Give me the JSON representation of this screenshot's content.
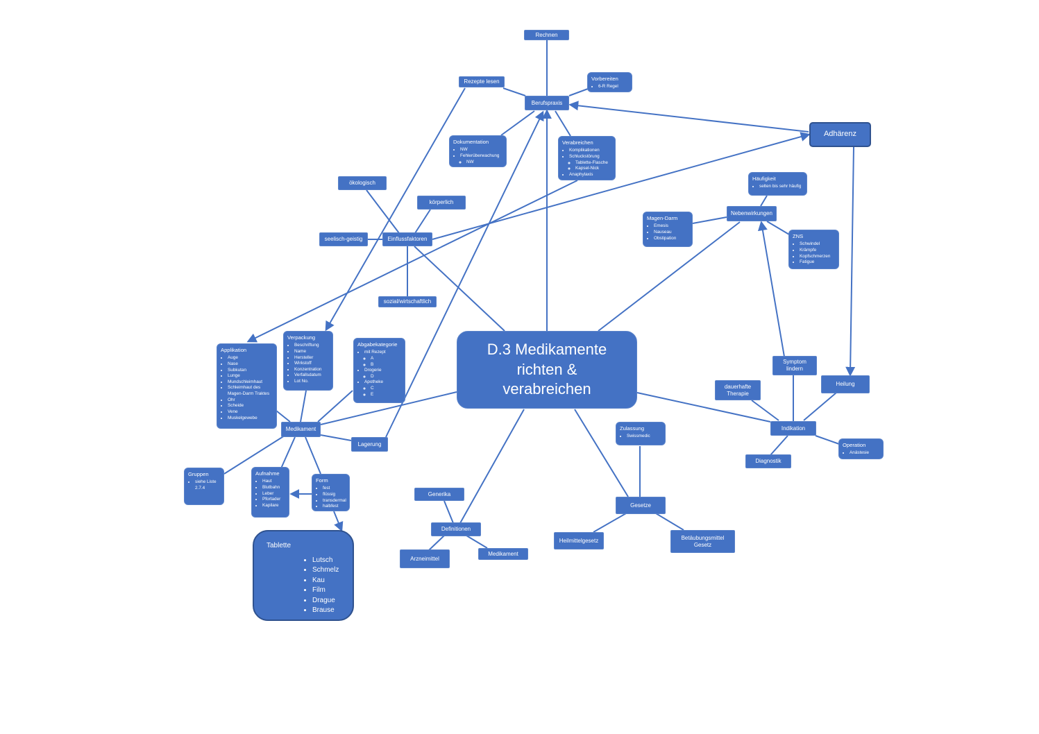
{
  "colors": {
    "node_fill": "#4472c4",
    "node_text": "#ffffff",
    "edge": "#4472c4",
    "border_dark": "#2f528f"
  },
  "center": {
    "text": "D.3 Medikamente\nrichten &\nverabreichen"
  },
  "nodes": {
    "rechnen": "Rechnen",
    "rezepte": "Rezepte lesen",
    "berufspraxis": "Berufspraxis",
    "adhaerenz": "Adhärenz",
    "oekologisch": "ökologisch",
    "koerperlich": "körperlich",
    "seelisch": "seelisch-geistig",
    "einfluss": "Einflussfaktoren",
    "sozial": "sozial/wirtschaftlich",
    "nebenwirkungen": "Nebenwirkungen",
    "symptom": "Symptom\nlindern",
    "dauerhafte": "dauerhafte\nTherapie",
    "heilung": "Heilung",
    "indikation": "Indikation",
    "diagnostik": "Diagnostik",
    "medikament": "Medikament",
    "lagerung": "Lagerung",
    "generika": "Generika",
    "definitionen": "Definitionen",
    "arzneimittel": "Arzneimittel",
    "def_medikament": "Medikament",
    "gesetze": "Gesetze",
    "heilmittelgesetz": "Heilmittelgesetz",
    "betaeubung": "Betäubungsmittel\nGesetz"
  },
  "detail_nodes": {
    "vorbereiten": {
      "title": "Vorbereiten",
      "items": [
        "6-R Regel"
      ]
    },
    "dokumentation": {
      "title": "Dokumentation",
      "items": [
        {
          "text": "NW"
        },
        {
          "text": "Fehlerüberwachung",
          "sub": [
            "NW"
          ]
        }
      ]
    },
    "verabreichen": {
      "title": "Verabreichen",
      "items": [
        {
          "text": "Komplikationen"
        },
        {
          "text": "Schluckstörung",
          "sub": [
            "Tablette-Flasche",
            "Kapsel-Nick"
          ]
        },
        {
          "text": "Anaphylaxis"
        }
      ]
    },
    "haeufigkeit": {
      "title": "Häufigkeit",
      "items": [
        "selten bis sehr häufig"
      ]
    },
    "magen_darm": {
      "title": "Magen-Darm",
      "items": [
        "Emesis",
        "Nauseau",
        "Obstipation"
      ]
    },
    "zns": {
      "title": "ZNS",
      "items": [
        "Schwindel",
        "Krämpfe",
        "Kopfschmerzen",
        "Fatigue"
      ]
    },
    "applikation": {
      "title": "Applikation",
      "items": [
        "Auge",
        "Nase",
        "Subkutan",
        "Lunge",
        "Mundschleimhaut",
        "Schleimhaut des Magen-Darm Traktes",
        "Ohr",
        "Scheide",
        "Vene",
        "Muskelgewebe"
      ]
    },
    "verpackung": {
      "title": "Verpackung",
      "items": [
        "Beschriftung",
        "Name",
        "Hersteller",
        "Wirkstoff",
        "Konzentration",
        "Verfallsdatum",
        "Lot No."
      ]
    },
    "abgabe": {
      "title": "Abgabekategorie",
      "items": [
        {
          "text": "mit Rezept",
          "sub": [
            "A",
            "B"
          ]
        },
        {
          "text": "Drogerie",
          "sub": [
            "D"
          ]
        },
        {
          "text": "Apotheke",
          "sub": [
            "C",
            "E"
          ]
        }
      ]
    },
    "gruppen": {
      "title": "Gruppen",
      "items": [
        "siehe Liste 2.7.4"
      ]
    },
    "aufnahme": {
      "title": "Aufnahme",
      "items": [
        "Haut",
        "Blutbahn",
        "Leber",
        "Pfortader",
        "Kapilare"
      ]
    },
    "form": {
      "title": "Form",
      "items": [
        "fest",
        "flüssig",
        "transdermal",
        "halbfest"
      ]
    },
    "zulassung": {
      "title": "Zulassung",
      "items": [
        "Swissmedic"
      ]
    },
    "operation": {
      "title": "Operation",
      "items": [
        "Anästesie"
      ]
    },
    "tablette": {
      "title": "Tablette",
      "items": [
        "Lutsch",
        "Schmelz",
        "Kau",
        "Film",
        "Drague",
        "Brause"
      ]
    }
  }
}
